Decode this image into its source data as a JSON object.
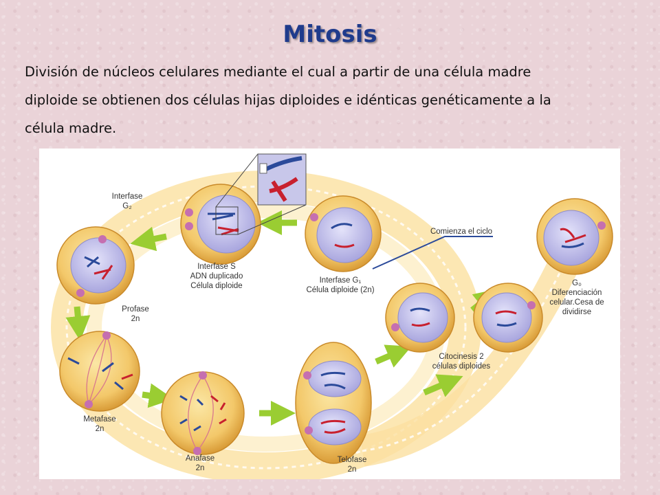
{
  "title": "Mitosis",
  "description": {
    "line1": "División de núcleos celulares mediante el cual a partir de una célula madre",
    "line2": "diploide se obtienen dos células hijas diploides e idénticas genéticamente a la",
    "line3": "célula madre."
  },
  "diagram": {
    "labels": {
      "interfase_g2": [
        "Interfase",
        "G₂"
      ],
      "interfase_s": [
        "Interfase S",
        "ADN duplicado",
        "Célula diploide"
      ],
      "interfase_g1": [
        "Interfase G₁",
        "Célula diploide (2n)"
      ],
      "comienza": "Comienza el ciclo",
      "g0": [
        "G₀",
        "Diferenciación",
        "celular.Cesa de",
        "dividirse"
      ],
      "profase": [
        "Profase",
        "2n"
      ],
      "metafase": [
        "Metafase",
        "2n"
      ],
      "anafase": [
        "Anafase",
        "2n"
      ],
      "telofase": [
        "Telofase",
        "2n"
      ],
      "citocinesis": [
        "Citocinesis 2",
        "células diploides"
      ]
    },
    "colors": {
      "cell_fill": "#f3c86a",
      "cell_edge": "#c98a2a",
      "nucleus": "#b9b8e6",
      "chromosome_blue": "#2b4a9a",
      "chromosome_red": "#c8202e",
      "arrow": "#9acd32"
    }
  }
}
